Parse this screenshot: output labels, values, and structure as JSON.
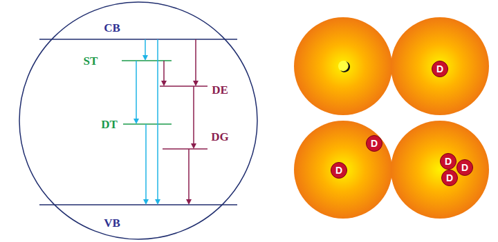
{
  "diagram": {
    "nodes": [
      {
        "text": [
          "D"
        ]
      },
      {
        "text": [
          "D"
        ]
      },
      {
        "text": [
          "D"
        ]
      },
      {
        "text": [
          "D"
        ]
      },
      {
        "text": [
          "D"
        ]
      },
      {
        "text": [
          "D"
        ]
      }
    ],
    "labels": [
      "CB",
      "ST",
      "DE",
      "DT",
      "DG",
      "VB"
    ]
  }
}
